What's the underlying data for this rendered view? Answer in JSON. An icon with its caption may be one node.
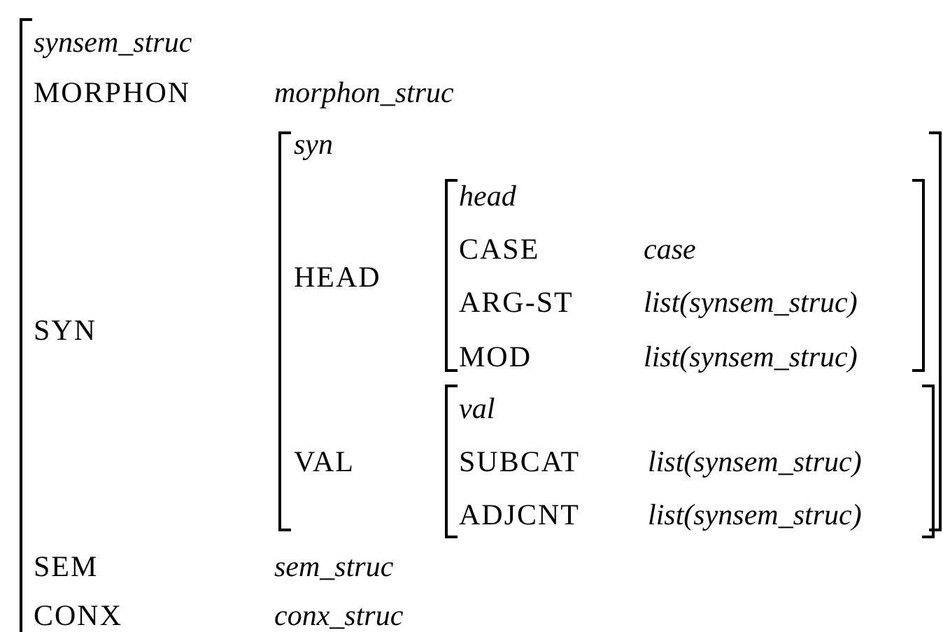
{
  "diagram": {
    "nodes": [
      {
        "text": [
          "synsem_struc",
          "MORPHON",
          "morphon_struc",
          "SYN",
          "SEM",
          "sem_struc",
          "CONX",
          "conx_struc"
        ]
      },
      {
        "text": [
          "syn",
          "HEAD",
          "VAL"
        ],
        "in": 0
      },
      {
        "text": [
          "head",
          "CASE",
          "case",
          "ARG-ST",
          "list(synsem_struc)",
          "MOD",
          "list(synsem_struc)"
        ],
        "in": 1
      },
      {
        "text": [
          "val",
          "SUBCAT",
          "list(synsem_struc)",
          "ADJCNT",
          "list(synsem_struc)"
        ],
        "in": 1
      }
    ]
  }
}
